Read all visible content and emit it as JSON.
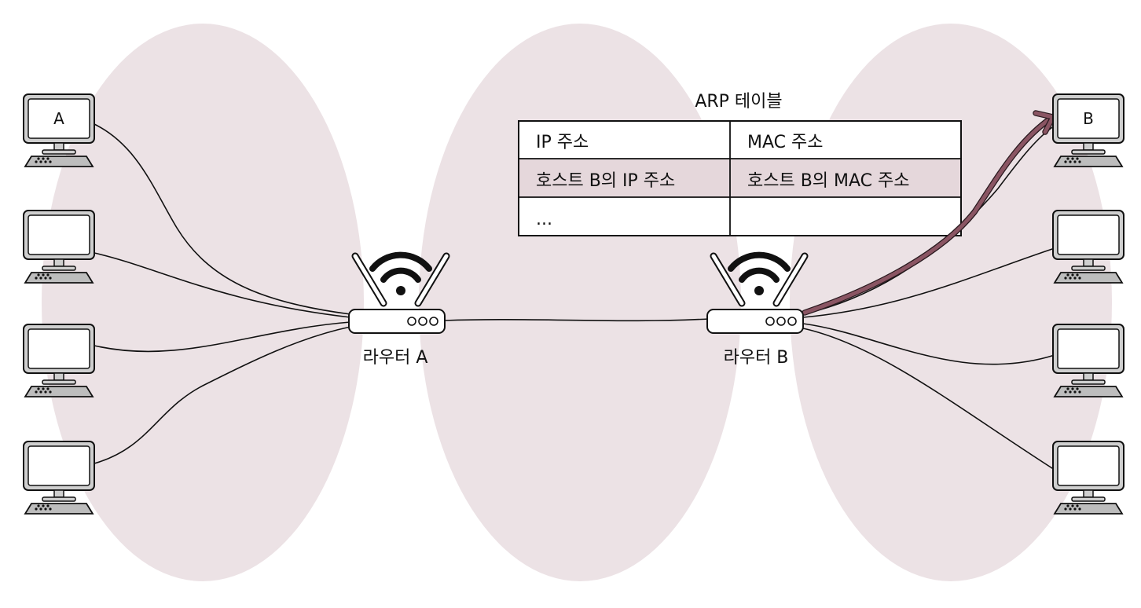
{
  "hosts": {
    "left": [
      "A",
      "",
      "",
      ""
    ],
    "right": [
      "B",
      "",
      "",
      ""
    ]
  },
  "routers": {
    "a": "라우터 A",
    "b": "라우터 B"
  },
  "arp_table": {
    "title": "ARP 테이블",
    "headers": [
      "IP 주소",
      "MAC 주소"
    ],
    "rows": [
      [
        "호스트 B의 IP 주소",
        "호스트 B의 MAC 주소"
      ],
      [
        "...",
        ""
      ]
    ],
    "highlight_color": "#e5d7db"
  },
  "colors": {
    "lan": "#ece2e5",
    "path": "#8a5563"
  }
}
